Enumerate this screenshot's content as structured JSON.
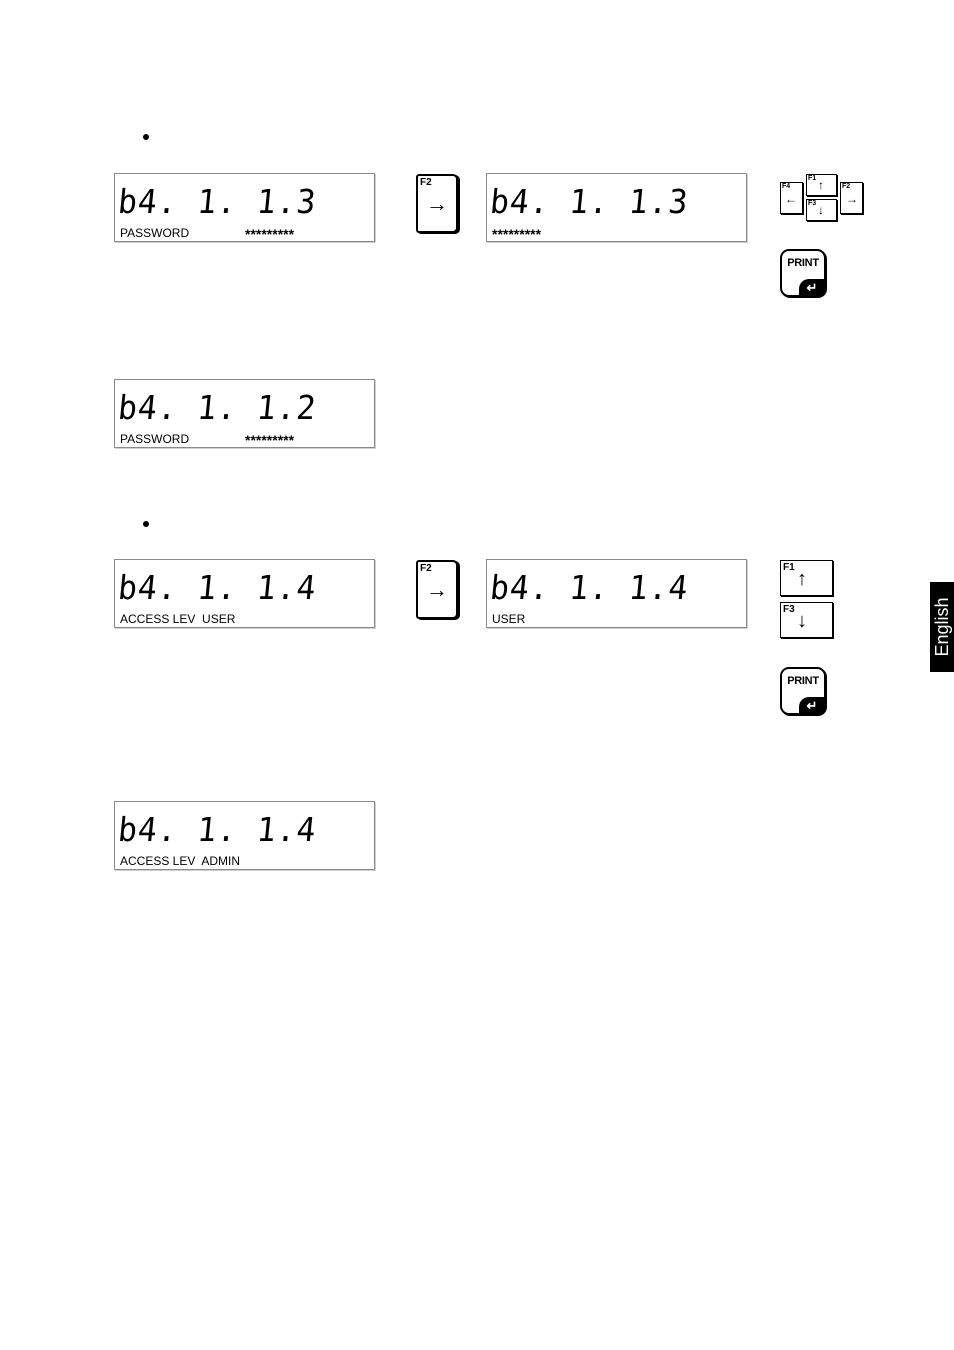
{
  "section1": {
    "display_left": {
      "digits": "b4. 1. 1.3",
      "label": "PASSWORD",
      "stars": "*********"
    },
    "f2_key": {
      "label": "F2",
      "arrow": "→"
    },
    "display_right": {
      "digits": "b4. 1. 1.3",
      "stars": "*********"
    },
    "nav_keys": {
      "f1": {
        "label": "F1",
        "arrow": "↑"
      },
      "f3": {
        "label": "F3",
        "arrow": "↓"
      },
      "f4": {
        "label": "F4",
        "arrow": "←"
      },
      "f2": {
        "label": "F2",
        "arrow": "→"
      }
    },
    "print_key": {
      "label": "PRINT",
      "enter": "↵"
    },
    "display_next": {
      "digits": "b4. 1. 1.2",
      "label": "PASSWORD",
      "stars": "*********"
    }
  },
  "section2": {
    "display_left": {
      "digits": "b4. 1. 1.4",
      "label": "ACCESS LEV  USER"
    },
    "f2_key": {
      "label": "F2",
      "arrow": "→"
    },
    "display_right": {
      "digits": "b4. 1. 1.4",
      "label": "USER"
    },
    "f1_key": {
      "label": "F1",
      "arrow": "↑"
    },
    "f3_key": {
      "label": "F3",
      "arrow": "↓"
    },
    "print_key": {
      "label": "PRINT",
      "enter": "↵"
    },
    "display_result": {
      "digits": "b4. 1. 1.4",
      "label": "ACCESS LEV  ADMIN"
    }
  },
  "side_tab": {
    "label": "English"
  }
}
